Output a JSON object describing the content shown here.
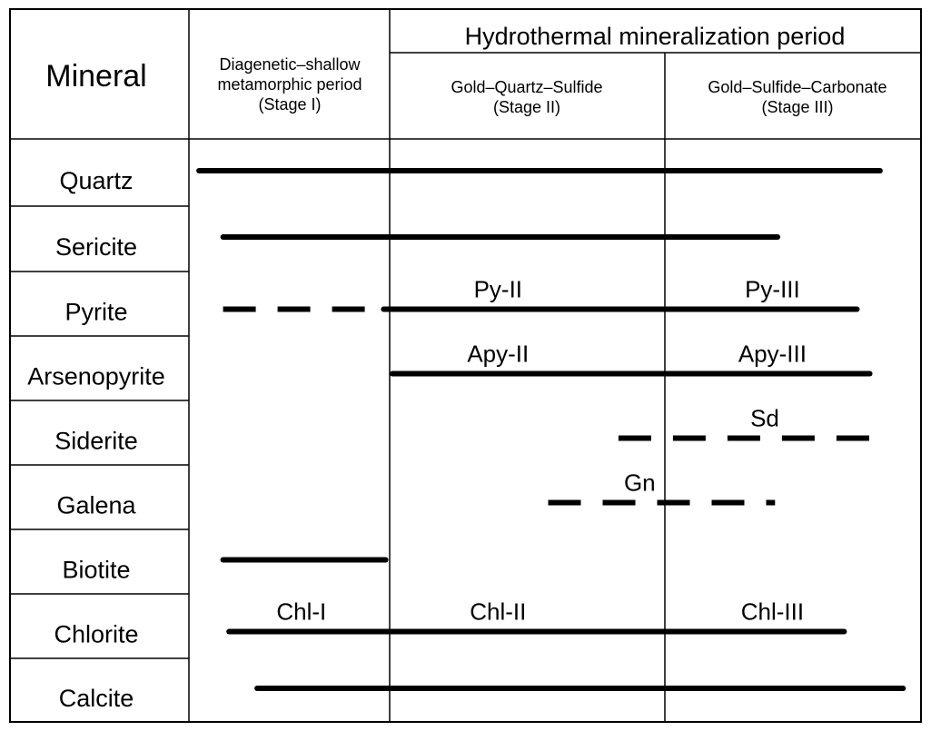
{
  "header": {
    "mineral": "Mineral",
    "period1": [
      "Diagenetic–shallow",
      "metamorphic period",
      "(Stage I)"
    ],
    "period2": "Hydrothermal mineralization period",
    "stage2": [
      "Gold–Quartz–Sulfide",
      "(Stage II)"
    ],
    "stage3": [
      "Gold–Sulfide–Carbonate",
      "(Stage III)"
    ]
  },
  "minerals": [
    {
      "name": "Quartz",
      "bars": [
        {
          "start": 0.05,
          "end": 3.84,
          "style": "solid"
        }
      ],
      "labels": []
    },
    {
      "name": "Sericite",
      "bars": [
        {
          "start": 0.17,
          "end": 3.44,
          "style": "solid"
        }
      ],
      "labels": []
    },
    {
      "name": "Pyrite",
      "bars": [
        {
          "start": 0.17,
          "end": 0.97,
          "style": "dashed"
        },
        {
          "start": 0.97,
          "end": 3.75,
          "style": "solid"
        }
      ],
      "labels": [
        {
          "text": "Py-II",
          "at": 1.76
        },
        {
          "text": "Py-III",
          "at": 3.42
        }
      ]
    },
    {
      "name": "Arsenopyrite",
      "bars": [
        {
          "start": 1.02,
          "end": 3.8,
          "style": "solid"
        }
      ],
      "labels": [
        {
          "text": "Apy-II",
          "at": 1.76
        },
        {
          "text": "Apy-III",
          "at": 3.42
        }
      ]
    },
    {
      "name": "Siderite",
      "bars": [
        {
          "start": 2.65,
          "end": 3.8,
          "style": "dashed"
        }
      ],
      "labels": [
        {
          "text": "Sd",
          "at": 3.39
        }
      ]
    },
    {
      "name": "Galena",
      "bars": [
        {
          "start": 2.12,
          "end": 3.43,
          "style": "dashed"
        }
      ],
      "labels": [
        {
          "text": "Gn",
          "at": 2.81
        }
      ]
    },
    {
      "name": "Biotite",
      "bars": [
        {
          "start": 0.17,
          "end": 0.98,
          "style": "solid"
        }
      ],
      "labels": []
    },
    {
      "name": "Chlorite",
      "bars": [
        {
          "start": 0.2,
          "end": 3.7,
          "style": "solid"
        }
      ],
      "labels": [
        {
          "text": "Chl-I",
          "at": 0.56
        },
        {
          "text": "Chl-II",
          "at": 1.76
        },
        {
          "text": "Chl-III",
          "at": 3.42
        }
      ]
    },
    {
      "name": "Calcite",
      "bars": [
        {
          "start": 0.34,
          "end": 3.93,
          "style": "solid"
        }
      ],
      "labels": []
    }
  ]
}
